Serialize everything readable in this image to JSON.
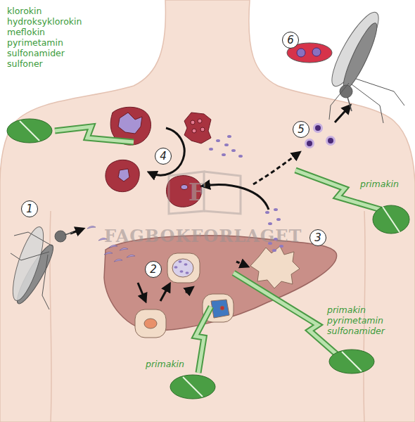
{
  "diagram": {
    "nodes": [
      {
        "text": [
          "1"
        ]
      },
      {
        "text": [
          "2"
        ]
      },
      {
        "text": [
          "3"
        ]
      },
      {
        "text": [
          "4"
        ]
      },
      {
        "text": [
          "5"
        ]
      },
      {
        "text": [
          "6"
        ]
      }
    ],
    "labels": [
      "klorokin hydroksyklorokin meflokin pyrimetamin sulfonamider sulfoner",
      "primakin",
      "primakin pyrimetamin sulfonamider",
      "primakin",
      "FAGBOKFORLAGET",
      "F"
    ]
  }
}
